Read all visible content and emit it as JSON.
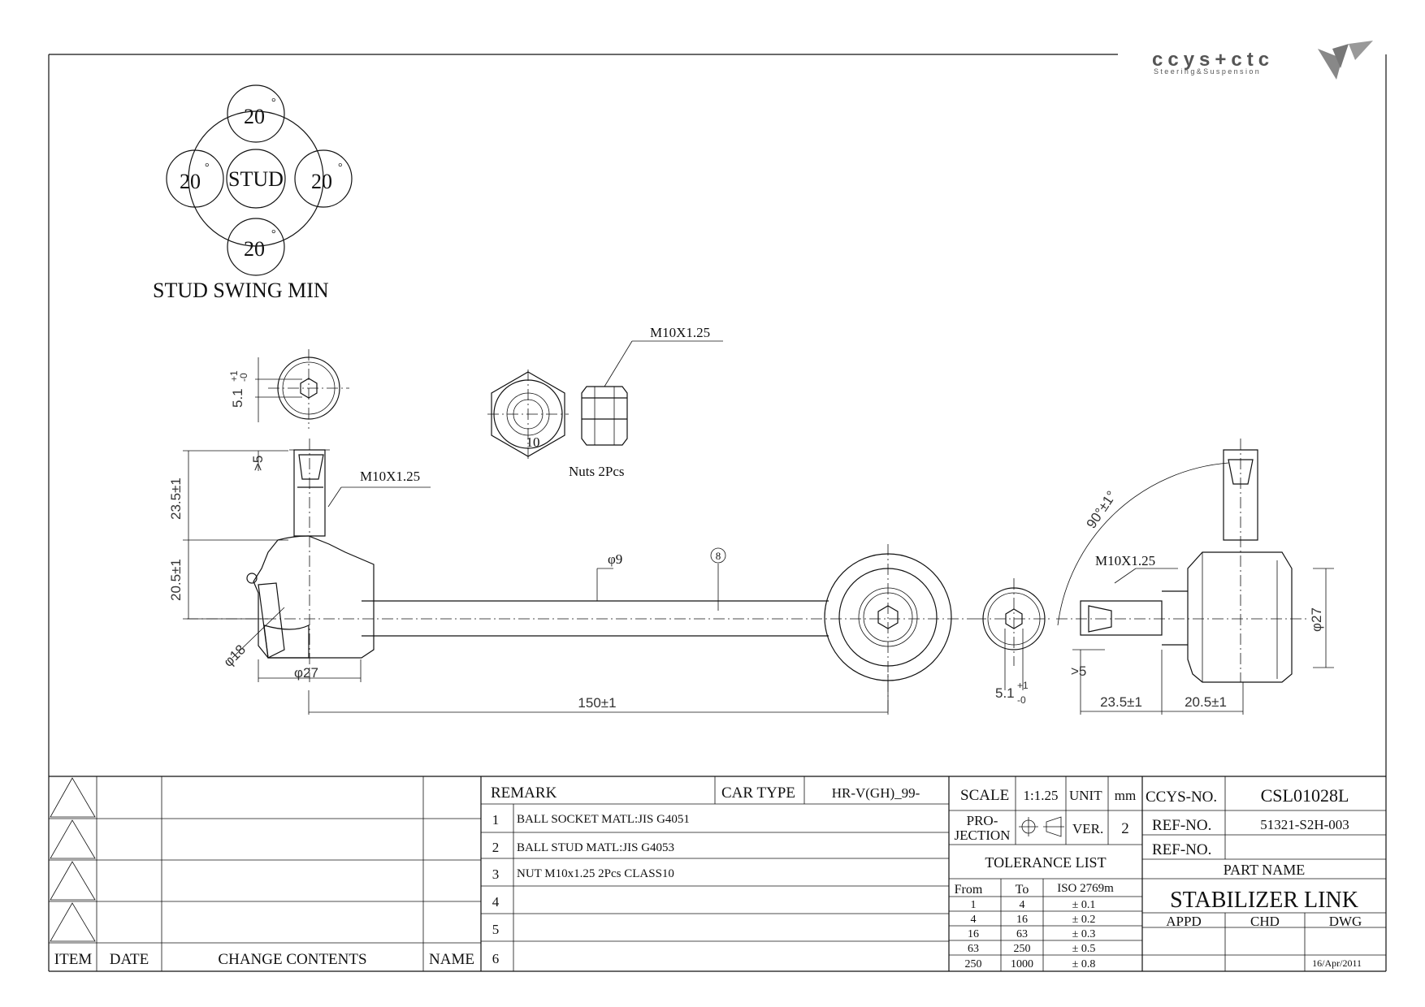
{
  "logo": {
    "brand": "ccys+ctc",
    "tagline": "Steering&Suspension"
  },
  "swing": {
    "center_label": "STUD",
    "angle_top": "20",
    "angle_left": "20",
    "angle_right": "20",
    "angle_bottom": "20",
    "degree": "°",
    "caption": "STUD SWING MIN"
  },
  "dims": {
    "thread_left": "M10X1.25",
    "thread_nut": "M10X1.25",
    "thread_right": "M10X1.25",
    "nut_size": "10",
    "nuts_caption": "Nuts 2Pcs",
    "hex_depth_main": "5.1",
    "hex_depth_plus": "+1",
    "hex_depth_minus": "-0",
    "min5_left": ">5",
    "min5_right": ">5",
    "stud_len_left": "23.5±1",
    "body_h_left": "20.5±1",
    "ball_dia": "φ18",
    "socket_dia_left": "φ27",
    "rod_dia": "φ9",
    "item_balloon": "8",
    "center_len": "150±1",
    "angle_90": "90°±1°",
    "socket_dia_right": "φ27",
    "stud_len_right": "23.5±1",
    "body_h_right": "20.5±1"
  },
  "revision": {
    "headers": [
      "ITEM",
      "DATE",
      "CHANGE CONTENTS",
      "NAME"
    ]
  },
  "remarks": {
    "header": "REMARK",
    "car_type_label": "CAR TYPE",
    "car_type_value": "HR-V(GH)_99-",
    "rows": [
      {
        "no": "1",
        "text": "BALL SOCKET MATL:JIS  G4051"
      },
      {
        "no": "2",
        "text": "BALL STUD MATL:JIS G4053"
      },
      {
        "no": "3",
        "text": "NUT M10x1.25 2Pcs CLASS10"
      },
      {
        "no": "4",
        "text": ""
      },
      {
        "no": "5",
        "text": ""
      },
      {
        "no": "6",
        "text": ""
      }
    ]
  },
  "spec": {
    "scale_label": "SCALE",
    "scale_value": "1:1.25",
    "unit_label": "UNIT",
    "unit_value": "mm",
    "projection_line1": "PRO-",
    "projection_line2": "JECTION",
    "ver_label": "VER.",
    "ver_value": "2",
    "tolerance_title": "TOLERANCE LIST",
    "tol_headers": [
      "From",
      "To",
      "ISO 2769m"
    ],
    "tolerances": [
      {
        "from": "1",
        "to": "4",
        "tol": "± 0.1"
      },
      {
        "from": "4",
        "to": "16",
        "tol": "± 0.2"
      },
      {
        "from": "16",
        "to": "63",
        "tol": "± 0.3"
      },
      {
        "from": "63",
        "to": "250",
        "tol": "± 0.5"
      },
      {
        "from": "250",
        "to": "1000",
        "tol": "± 0.8"
      }
    ]
  },
  "title_block": {
    "ccys_label": "CCYS-NO.",
    "ccys_value": "CSL01028L",
    "ref_label": "REF-NO.",
    "ref_value": "51321-S2H-003",
    "ref2_label": "REF-NO.",
    "ref2_value": "",
    "part_name_label": "PART NAME",
    "part_name": "STABILIZER LINK",
    "appd": "APPD",
    "chd": "CHD",
    "dwg": "DWG",
    "date": "16/Apr/2011"
  }
}
